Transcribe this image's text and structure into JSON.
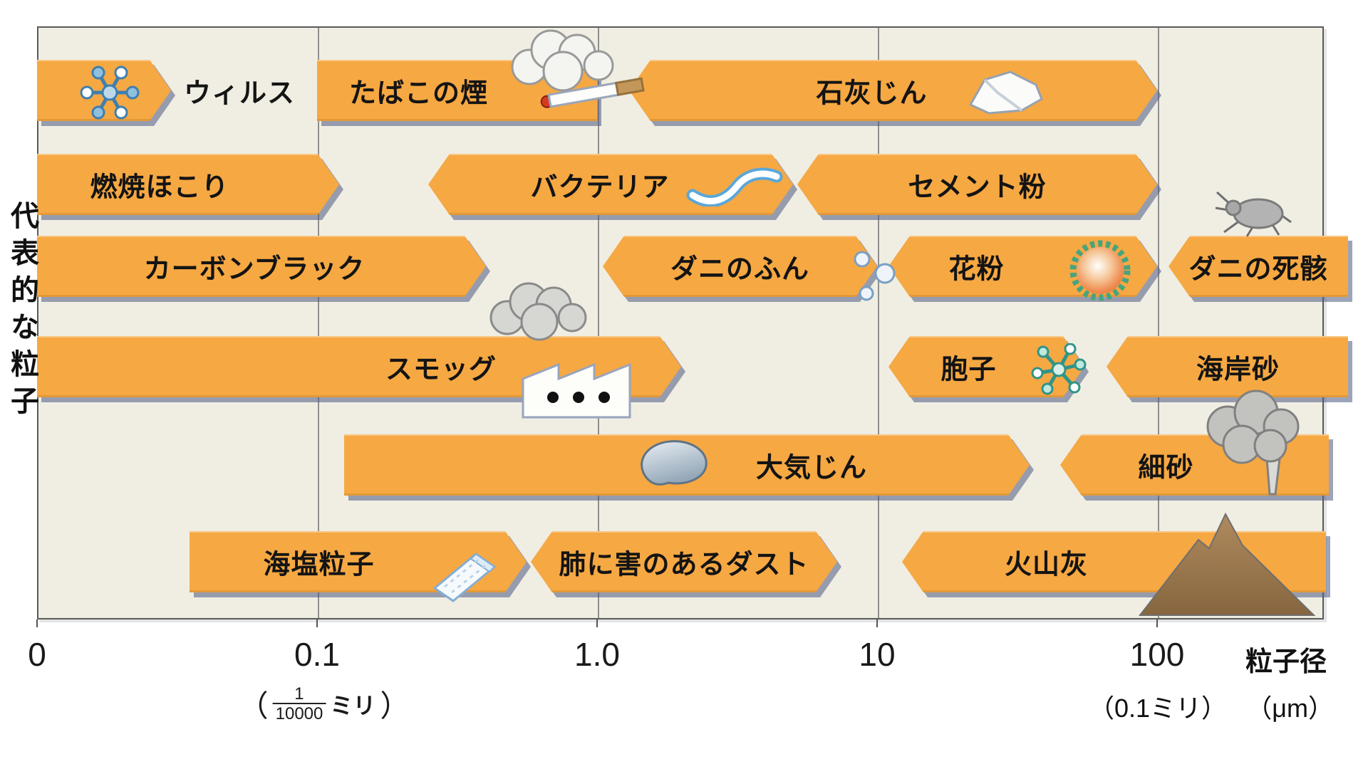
{
  "y_axis_title": "代表的な粒子",
  "x_axis": {
    "title": "粒子径",
    "unit": "（μm）",
    "label_under_100": "（0.1ミリ）",
    "fraction": {
      "open": "（",
      "numerator": "1",
      "denominator": "10000",
      "unit": "ミリ",
      "close": "）"
    }
  },
  "colors": {
    "bar": "#f6a843",
    "bar_shadow": "#4d5a82",
    "plot_background": "#f0eee3",
    "gridline": "#8f8f8f",
    "border": "#5a5a5a"
  },
  "icons": [
    {
      "name": "virus-icon",
      "depicts": "virus particle"
    },
    {
      "name": "cigarette-icon",
      "depicts": "burning cigarette with smoke cloud"
    },
    {
      "name": "lime-dust-icon",
      "depicts": "white lime lump"
    },
    {
      "name": "bacteria-icon",
      "depicts": "bacterium worm shape"
    },
    {
      "name": "mite-icon",
      "depicts": "dust mite"
    },
    {
      "name": "mite-droppings-icon",
      "depicts": "mite feces droplets"
    },
    {
      "name": "pollen-icon",
      "depicts": "pollen grain"
    },
    {
      "name": "spore-icon",
      "depicts": "spore"
    },
    {
      "name": "factory-smoke-icon",
      "depicts": "factory with smog cloud"
    },
    {
      "name": "dust-lump-icon",
      "depicts": "atmospheric dust lump"
    },
    {
      "name": "salt-crystal-icon",
      "depicts": "sea-salt crystal"
    },
    {
      "name": "volcano-icon",
      "depicts": "erupting volcano"
    }
  ],
  "chart_data": {
    "type": "bar",
    "orientation": "horizontal-range",
    "title": "代表的な粒子（粒子径による分布）",
    "xlabel": "粒子径（μm）",
    "x_scale": "log",
    "x_unit": "μm",
    "grid": true,
    "ticks": [
      {
        "label": "0",
        "um": null
      },
      {
        "label": "0.1",
        "um": 0.1
      },
      {
        "label": "1.0",
        "um": 1.0
      },
      {
        "label": "10",
        "um": 10
      },
      {
        "label": "100",
        "um": 100
      }
    ],
    "series": [
      {
        "label": "ウィルス",
        "min_um": 0.01,
        "max_um": 0.03,
        "row": 1,
        "tip_left": false,
        "tip_right": true,
        "label_outside": true,
        "label_dx": 0
      },
      {
        "label": "たばこの煙",
        "min_um": 0.1,
        "max_um": 1.0,
        "row": 1,
        "tip_left": false,
        "tip_right": false,
        "label_outside": false,
        "label_dx": -54
      },
      {
        "label": "石灰じん",
        "min_um": 1.3,
        "max_um": 100,
        "row": 1,
        "tip_left": true,
        "tip_right": true,
        "label_outside": false,
        "label_dx": -30
      },
      {
        "label": "燃焼ほこり",
        "min_um": 0.01,
        "max_um": 0.12,
        "row": 2,
        "tip_left": false,
        "tip_right": true,
        "label_outside": false,
        "label_dx": -40
      },
      {
        "label": "バクテリア",
        "min_um": 0.25,
        "max_um": 5,
        "row": 2,
        "tip_left": true,
        "tip_right": true,
        "label_outside": false,
        "label_dx": -15
      },
      {
        "label": "セメント粉",
        "min_um": 5.2,
        "max_um": 100,
        "row": 2,
        "tip_left": true,
        "tip_right": true,
        "label_outside": false,
        "label_dx": 0
      },
      {
        "label": "カーボンブラック",
        "min_um": 0.01,
        "max_um": 0.4,
        "row": 3,
        "tip_left": false,
        "tip_right": true,
        "label_outside": false,
        "label_dx": -10
      },
      {
        "label": "ダニのふん",
        "min_um": 1.05,
        "max_um": 10,
        "row": 3,
        "tip_left": true,
        "tip_right": true,
        "label_outside": false,
        "label_dx": 0
      },
      {
        "label": "花粉",
        "min_um": 11,
        "max_um": 100,
        "row": 3,
        "tip_left": true,
        "tip_right": true,
        "label_outside": false,
        "label_dx": -65
      },
      {
        "label": "ダニの死骸",
        "min_um": 110,
        "max_um": 480,
        "row": 3,
        "tip_left": true,
        "tip_right": false,
        "label_outside": false,
        "label_dx": 0
      },
      {
        "label": "スモッグ",
        "min_um": 0.01,
        "max_um": 2.0,
        "row": 4,
        "tip_left": false,
        "tip_right": true,
        "label_outside": false,
        "label_dx": 115
      },
      {
        "label": "胞子",
        "min_um": 11,
        "max_um": 55,
        "row": 4,
        "tip_left": true,
        "tip_right": true,
        "label_outside": false,
        "label_dx": -25
      },
      {
        "label": "海岸砂",
        "min_um": 66,
        "max_um": 480,
        "row": 4,
        "tip_left": true,
        "tip_right": false,
        "label_outside": false,
        "label_dx": 15
      },
      {
        "label": "大気じん",
        "min_um": 0.125,
        "max_um": 35,
        "row": 5,
        "tip_left": false,
        "tip_right": true,
        "label_outside": false,
        "label_dx": 175
      },
      {
        "label": "細砂",
        "min_um": 45,
        "max_um": 410,
        "row": 5,
        "tip_left": true,
        "tip_right": false,
        "label_outside": false,
        "label_dx": -40
      },
      {
        "label": "海塩粒子",
        "min_um": 0.035,
        "max_um": 0.56,
        "row": 6,
        "tip_left": false,
        "tip_right": true,
        "label_outside": false,
        "label_dx": -55
      },
      {
        "label": "肺に害のあるダスト",
        "min_um": 0.58,
        "max_um": 7.2,
        "row": 6,
        "tip_left": true,
        "tip_right": true,
        "label_outside": false,
        "label_dx": 0
      },
      {
        "label": "火山灰",
        "min_um": 12.3,
        "max_um": 400,
        "row": 6,
        "tip_left": true,
        "tip_right": false,
        "label_outside": false,
        "label_dx": -95
      }
    ]
  }
}
